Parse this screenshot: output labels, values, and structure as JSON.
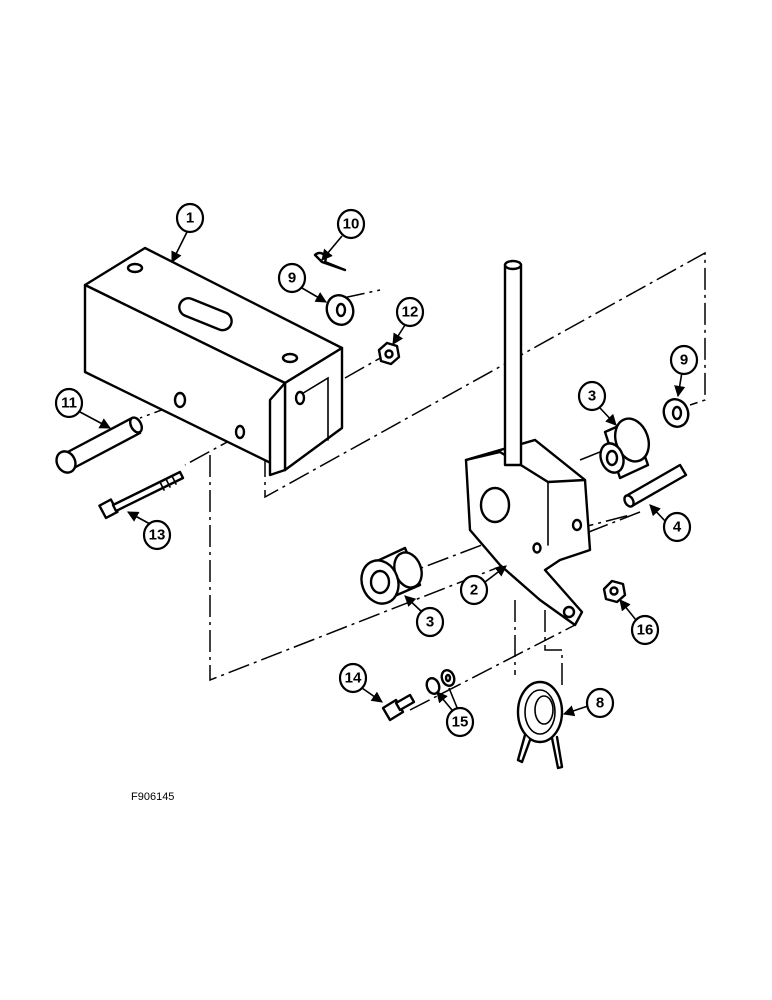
{
  "figure_id": "F906145",
  "callouts": {
    "c1": "1",
    "c2": "2",
    "c3a": "3",
    "c3b": "3",
    "c4": "4",
    "c8": "8",
    "c9a": "9",
    "c9b": "9",
    "c10": "10",
    "c11": "11",
    "c12": "12",
    "c13": "13",
    "c14": "14",
    "c15": "15",
    "c16": "16"
  }
}
